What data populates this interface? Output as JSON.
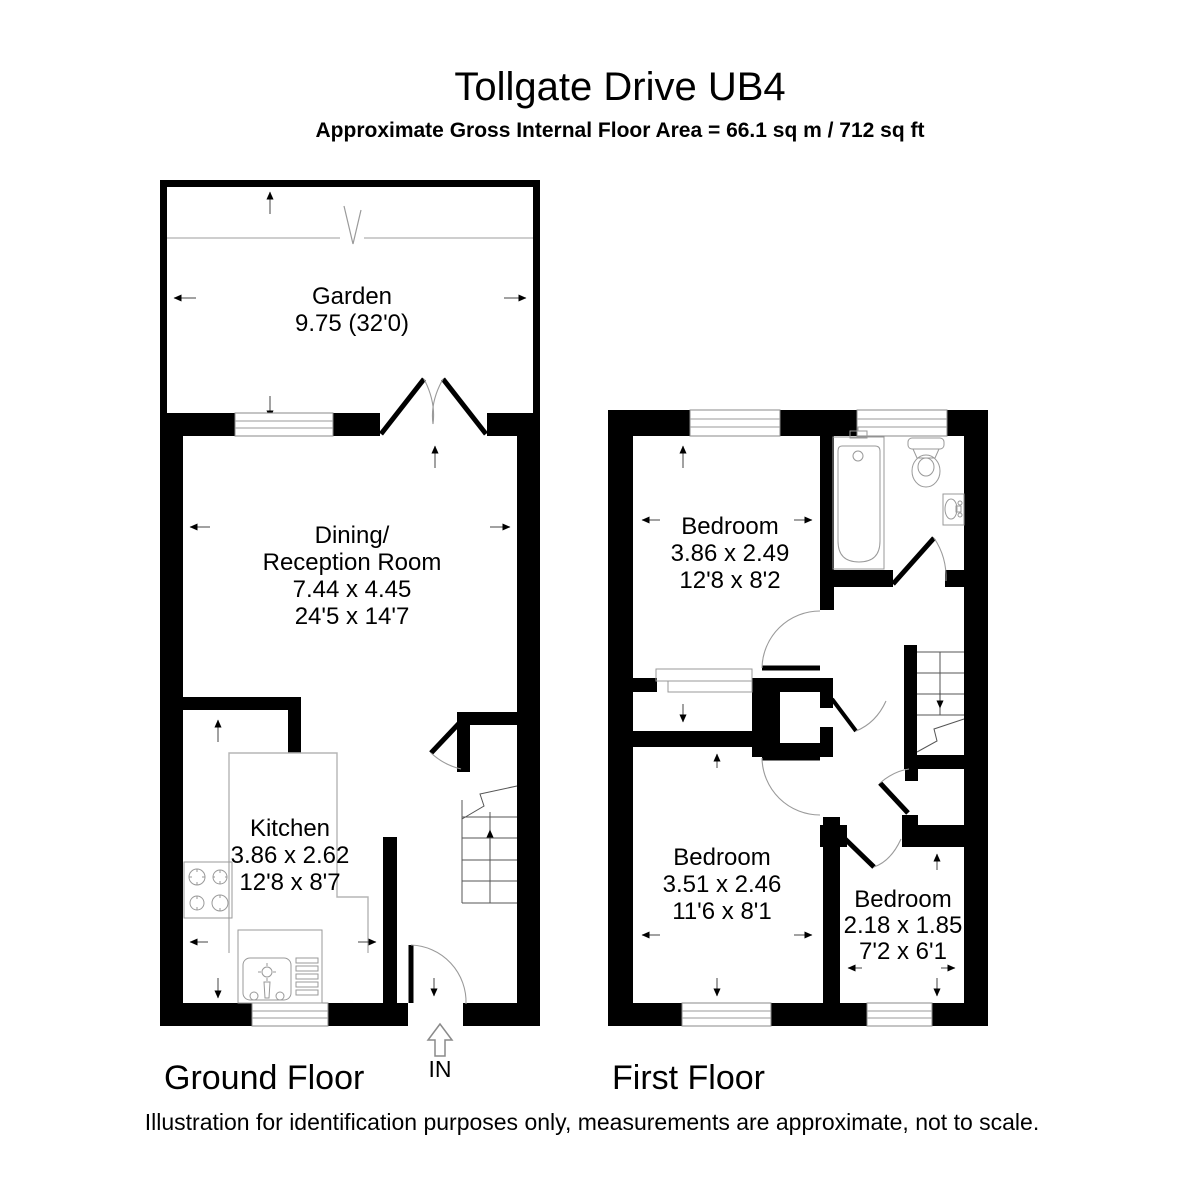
{
  "header": {
    "title": "Tollgate Drive UB4",
    "subtitle": "Approximate Gross Internal Floor Area = 66.1 sq m / 712 sq ft"
  },
  "ground_floor": {
    "label": "Ground Floor",
    "entrance_label": "IN",
    "garden": {
      "name": "Garden",
      "dim": "9.75 (32'0)"
    },
    "dining": {
      "name_line1": "Dining/",
      "name_line2": "Reception Room",
      "dim_metric": "7.44 x 4.45",
      "dim_imperial": "24'5 x 14'7"
    },
    "kitchen": {
      "name": "Kitchen",
      "dim_metric": "3.86 x 2.62",
      "dim_imperial": "12'8 x 8'7"
    }
  },
  "first_floor": {
    "label": "First Floor",
    "bedroom_1": {
      "name": "Bedroom",
      "dim_metric": "3.86 x 2.49",
      "dim_imperial": "12'8 x 8'2"
    },
    "bedroom_2": {
      "name": "Bedroom",
      "dim_metric": "3.51 x 2.46",
      "dim_imperial": "11'6 x 8'1"
    },
    "bedroom_3": {
      "name": "Bedroom",
      "dim_metric": "2.18 x 1.85",
      "dim_imperial": "7'2 x 6'1"
    }
  },
  "footer": {
    "disclaimer": "Illustration for identification purposes only, measurements are approximate, not to scale."
  },
  "colors": {
    "wall": "#000000",
    "background": "#ffffff",
    "thin_line": "#999999"
  }
}
